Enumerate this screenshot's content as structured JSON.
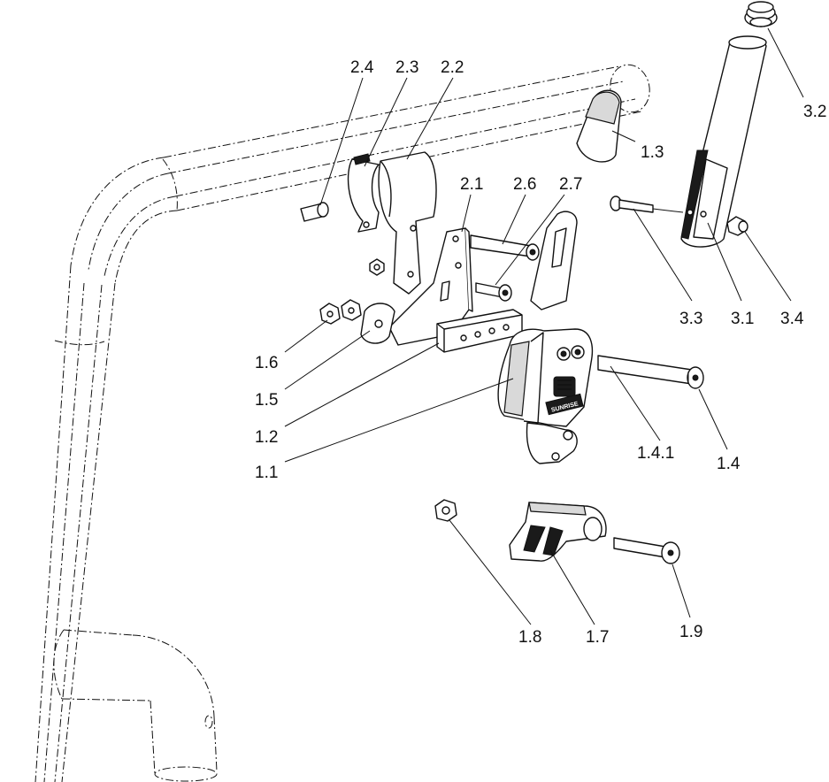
{
  "diagram": {
    "brand_mark": "SUNRISE",
    "callouts": [
      {
        "id": "2.4",
        "label": "2.4"
      },
      {
        "id": "2.3",
        "label": "2.3"
      },
      {
        "id": "2.2",
        "label": "2.2"
      },
      {
        "id": "1.3",
        "label": "1.3"
      },
      {
        "id": "3.2",
        "label": "3.2"
      },
      {
        "id": "2.1",
        "label": "2.1"
      },
      {
        "id": "2.6",
        "label": "2.6"
      },
      {
        "id": "2.7",
        "label": "2.7"
      },
      {
        "id": "3.3",
        "label": "3.3"
      },
      {
        "id": "3.1",
        "label": "3.1"
      },
      {
        "id": "3.4",
        "label": "3.4"
      },
      {
        "id": "1.6",
        "label": "1.6"
      },
      {
        "id": "1.5",
        "label": "1.5"
      },
      {
        "id": "1.2",
        "label": "1.2"
      },
      {
        "id": "1.1",
        "label": "1.1"
      },
      {
        "id": "1.4.1",
        "label": "1.4.1"
      },
      {
        "id": "1.4",
        "label": "1.4"
      },
      {
        "id": "1.8",
        "label": "1.8"
      },
      {
        "id": "1.7",
        "label": "1.7"
      },
      {
        "id": "1.9",
        "label": "1.9"
      }
    ]
  }
}
